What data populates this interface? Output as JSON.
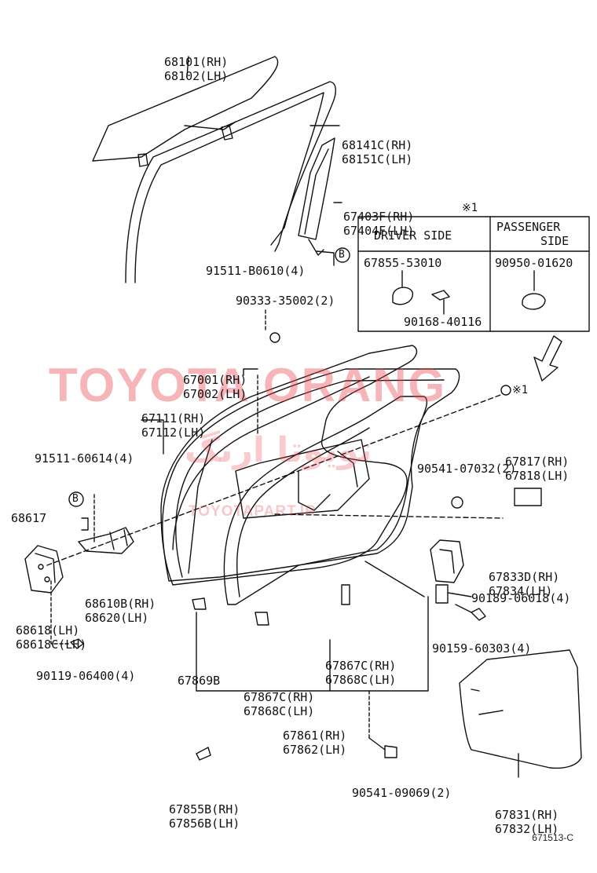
{
  "labels": {
    "window_glass": [
      "68101(RH)",
      "68102(LH)"
    ],
    "run_channel": [
      "68141C(RH)",
      "68151C(LH)"
    ],
    "division_bar": [
      "67403F(RH)",
      "67404F(LH)"
    ],
    "bolt_91511_b0610": "91511-B0610(4)",
    "plug_90333": "90333-35002(2)",
    "door_panel": [
      "67001(RH)",
      "67002(LH)"
    ],
    "weatherstrip_67111": [
      "67111(RH)",
      "67112(LH)"
    ],
    "bolt_91511_60614": "91511-60614(4)",
    "pin_68617": "68617",
    "check_68610b": [
      "68610B(RH)",
      "68620(LH)"
    ],
    "hinge_68618": [
      "68618(LH)",
      "68618C(LH)"
    ],
    "bolt_90119": "90119-06400(4)",
    "clip_67869b": "67869B",
    "clip_67867c_left": [
      "67867C(RH)",
      "67868C(LH)"
    ],
    "clip_67867c_right": [
      "67867C(RH)",
      "67868C(LH)"
    ],
    "weatherstrip_67861": [
      "67861(RH)",
      "67862(LH)"
    ],
    "cover_67855b": [
      "67855B(RH)",
      "67856B(LH)"
    ],
    "plug_90541_09069": "90541-09069(2)",
    "cover_67831": [
      "67831(RH)",
      "67832(LH)"
    ],
    "bolt_90159": "90159-60303(4)",
    "screw_90189": "90189-06018(4)",
    "bracket_67833d": [
      "67833D(RH)",
      "67834(LH)"
    ],
    "plug_90541_07032": "90541-07032(2)",
    "seal_67817": [
      "67817(RH)",
      "67818(LH)"
    ],
    "callout_b": "B",
    "note_mark": "※1",
    "note_mark_target": "※1"
  },
  "table": {
    "header_driver": "DRIVER SIDE",
    "header_passenger": [
      "PASSENGER",
      "SIDE"
    ],
    "driver_part": "67855-53010",
    "driver_screw": "90168-40116",
    "passenger_part": "90950-01620"
  },
  "watermark": {
    "main": "TOYOTA ORANG",
    "sub": "TOYOTAPART.IR",
    "arabic": "تویوتا ارنگ"
  },
  "reference_code": "671513-C",
  "colors": {
    "line": "#111111",
    "watermark": "#e64650"
  }
}
